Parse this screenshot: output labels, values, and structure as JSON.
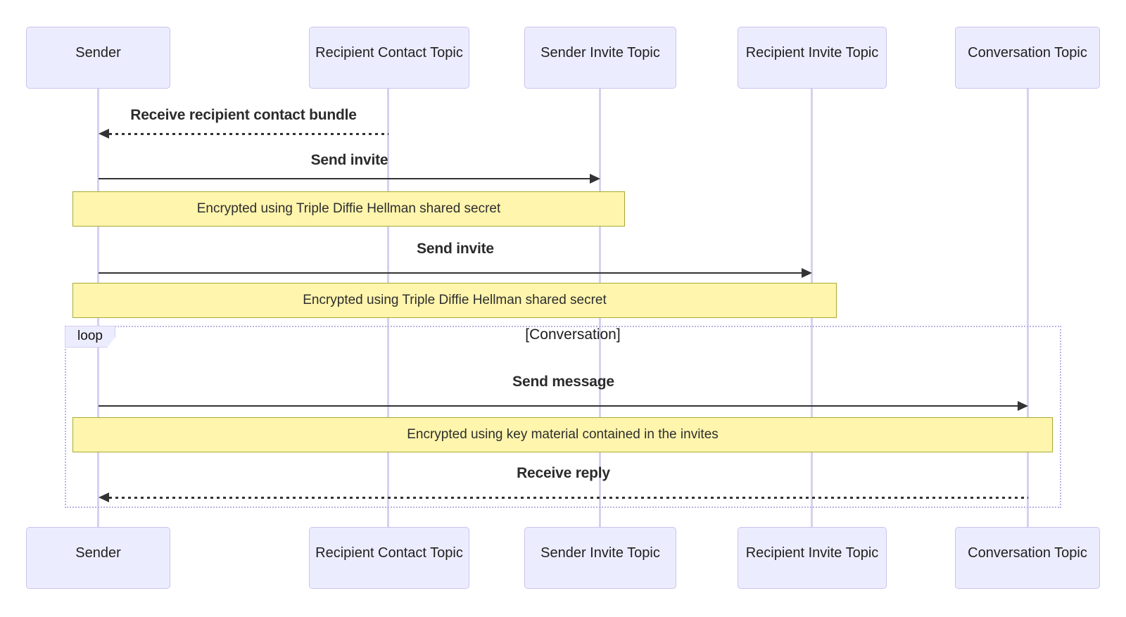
{
  "diagram": {
    "type": "sequence",
    "participants": [
      {
        "id": "sender",
        "label": "Sender"
      },
      {
        "id": "recipient-contact-topic",
        "label": "Recipient Contact Topic"
      },
      {
        "id": "sender-invite-topic",
        "label": "Sender Invite Topic"
      },
      {
        "id": "recipient-invite-topic",
        "label": "Recipient Invite Topic"
      },
      {
        "id": "conversation-topic",
        "label": "Conversation Topic"
      }
    ],
    "messages": [
      {
        "label": "Receive recipient contact bundle",
        "from": "recipient-contact-topic",
        "to": "sender",
        "line": "dashed",
        "arrow": "filled-left"
      },
      {
        "label": "Send invite",
        "from": "sender",
        "to": "sender-invite-topic",
        "line": "solid",
        "arrow": "filled-right"
      },
      {
        "label": "Send invite",
        "from": "sender",
        "to": "recipient-invite-topic",
        "line": "solid",
        "arrow": "filled-right"
      },
      {
        "label": "Send message",
        "from": "sender",
        "to": "conversation-topic",
        "line": "solid",
        "arrow": "filled-right"
      },
      {
        "label": "Receive reply",
        "from": "conversation-topic",
        "to": "sender",
        "line": "dashed",
        "arrow": "filled-left"
      }
    ],
    "notes": [
      {
        "text": "Encrypted using Triple Diffie Hellman shared secret",
        "over": [
          "sender",
          "sender-invite-topic"
        ]
      },
      {
        "text": "Encrypted using Triple Diffie Hellman shared secret",
        "over": [
          "sender",
          "recipient-invite-topic"
        ]
      },
      {
        "text": "Encrypted using key material contained in the invites",
        "over": [
          "sender",
          "conversation-topic"
        ]
      }
    ],
    "loop": {
      "label": "loop",
      "title": "[Conversation]"
    },
    "colors": {
      "actor_fill": "#ECECFF",
      "actor_border": "#CBC3EE",
      "lifeline": "#D8D0F0",
      "note_fill": "#FFF5AD",
      "note_border": "#AAAA33",
      "loop_border": "#BCB2E6",
      "message_line": "#333333",
      "text": "#1f1f1f"
    }
  }
}
